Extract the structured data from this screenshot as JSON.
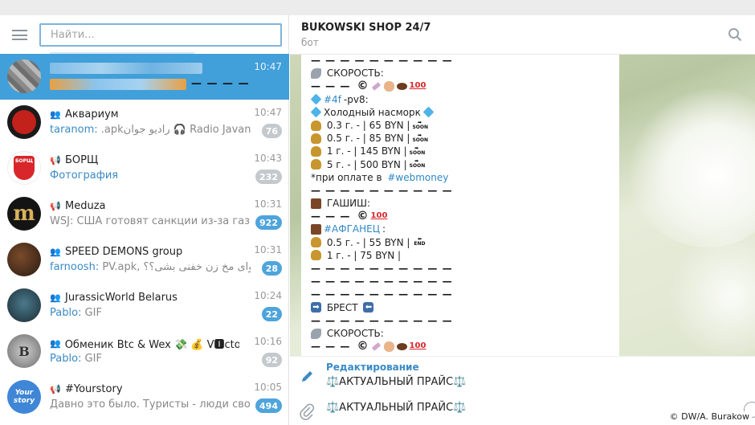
{
  "sidebar": {
    "search_placeholder": "Найти...",
    "chats": [
      {
        "title": "",
        "time": "10:47",
        "preview": "",
        "badge": "",
        "avatar": "blur",
        "type": "",
        "active": true
      },
      {
        "title": "Аквариум",
        "time": "10:47",
        "sender": "taranom:",
        "preview": " .apkرادیو جوان 🎧 Radio Javan 🎧",
        "badge": "76",
        "avatar": "hydra",
        "type": "group",
        "badge_color": "grey"
      },
      {
        "title": "БОРЩ",
        "time": "10:43",
        "sender": "Фотография",
        "preview": "",
        "badge": "232",
        "avatar": "borsch",
        "type": "channel",
        "badge_color": "grey",
        "avatar_text": "БОРЩ"
      },
      {
        "title": "Meduza",
        "time": "10:31",
        "sender": "",
        "preview": "WSJ: США готовят санкции из-за газопров...",
        "badge": "922",
        "avatar": "meduza",
        "type": "channel",
        "badge_color": "blue",
        "avatar_text": "m"
      },
      {
        "title": "SPEED DEMONS group",
        "time": "10:31",
        "sender": "farnoosh:",
        "preview": " PV.apk, میخوای مخ زن خفنی بشی؟؟",
        "badge": "28",
        "avatar": "speed",
        "type": "group",
        "badge_color": "blue"
      },
      {
        "title": "JurassicWorld Belarus",
        "time": "10:24",
        "sender": "Pablo:",
        "preview": " GIF",
        "badge": "22",
        "avatar": "jurassic",
        "type": "group",
        "badge_color": "blue"
      },
      {
        "title": "Обменик Btc & Wex 💸 💰 V🅸ctor🅸a...",
        "time": "10:16",
        "sender": "Pablo:",
        "preview": " GIF",
        "badge": "92",
        "avatar": "btc",
        "type": "group",
        "badge_color": "grey",
        "avatar_text": "B"
      },
      {
        "title": "#Yourstory",
        "time": "10:05",
        "sender": "",
        "preview": "Давно это было. Туристы - люди своеобра...",
        "badge": "494",
        "avatar": "yours",
        "type": "channel",
        "badge_color": "blue",
        "avatar_text": "Your story"
      }
    ]
  },
  "header": {
    "title": "BUKOWSKI SHOP 24/7",
    "subtitle": "бот"
  },
  "message": {
    "lines": [
      {
        "kind": "dash",
        "text": "— — — — — — — — — —"
      },
      {
        "kind": "text",
        "icons": [
          "rocket"
        ],
        "text": " СКОРОСТЬ:"
      },
      {
        "kind": "mixed",
        "text": "— — — ",
        "icons_after": [
          "c",
          "syr",
          "nose",
          "bean",
          "100"
        ]
      },
      {
        "kind": "tag",
        "icons": [
          "gem"
        ],
        "tag": "#4f",
        "text": "-pv8:"
      },
      {
        "kind": "text",
        "icons": [
          "gem"
        ],
        "text": "Холодный насморк",
        "icons_after": [
          "gem"
        ]
      },
      {
        "kind": "text",
        "icons": [
          "bag"
        ],
        "text": " 0.3 г. - | 65 BYN |",
        "icons_after": [
          "soon"
        ]
      },
      {
        "kind": "text",
        "icons": [
          "bag"
        ],
        "text": " 0.5 г. - | 85 BYN |",
        "icons_after": [
          "soon"
        ]
      },
      {
        "kind": "text",
        "icons": [
          "bag"
        ],
        "text": " 1 г. - | 145 BYN |",
        "icons_after": [
          "soon"
        ]
      },
      {
        "kind": "text",
        "icons": [
          "bag"
        ],
        "text": " 5 г. - | 500 BYN |",
        "icons_after": [
          "soon"
        ]
      },
      {
        "kind": "note",
        "text": "*при оплате в ",
        "tag": "#webmoney"
      },
      {
        "kind": "dash",
        "text": "— — — — — — — — — —"
      },
      {
        "kind": "text",
        "icons": [
          "choc"
        ],
        "text": " ГАШИШ:"
      },
      {
        "kind": "mixed",
        "text": "— — — ",
        "icons_after": [
          "c",
          "100"
        ]
      },
      {
        "kind": "tag",
        "icons": [
          "choc"
        ],
        "tag": "#АФГАНЕЦ",
        "text": ":"
      },
      {
        "kind": "text",
        "icons": [
          "bag"
        ],
        "text": " 0.5 г. - | 55 BYN |",
        "icons_after": [
          "end"
        ]
      },
      {
        "kind": "text",
        "icons": [
          "bag"
        ],
        "text": " 1 г. - | 75 BYN |"
      },
      {
        "kind": "dash",
        "text": "— — — — — — — — — —"
      },
      {
        "kind": "dash",
        "text": "— — — — — — — — — —"
      },
      {
        "kind": "dash",
        "text": "— — — — — — — — — —"
      },
      {
        "kind": "text",
        "icons": [
          "arrow-right"
        ],
        "text": " БРЕСТ ",
        "icons_after": [
          "arrow-left"
        ]
      },
      {
        "kind": "dash",
        "text": "— — — — — — — — — —"
      },
      {
        "kind": "text",
        "icons": [
          "rocket"
        ],
        "text": " СКОРОСТЬ:"
      },
      {
        "kind": "mixed",
        "text": "— — — ",
        "icons_after": [
          "c",
          "syr",
          "nose",
          "bean",
          "100"
        ]
      }
    ]
  },
  "compose": {
    "edit_label": "Редактирование",
    "edit_text": "⚖️АКТУАЛЬНЫЙ ПРАЙС⚖️",
    "input_text": "⚖️АКТУАЛЬНЫЙ ПРАЙС⚖️"
  },
  "credit": "© DW/A. Burakow",
  "colors": {
    "accent": "#419fd9",
    "link": "#2f88c7",
    "badge_blue": "#4ea4dc",
    "badge_grey": "#c4c9cd"
  }
}
